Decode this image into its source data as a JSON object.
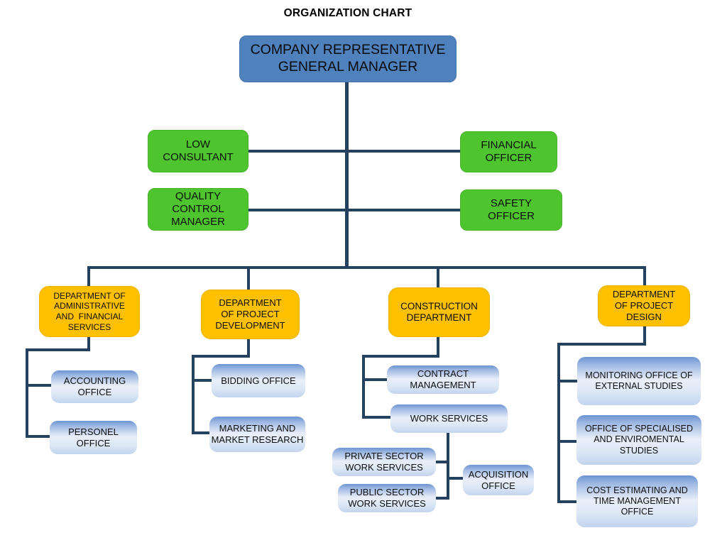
{
  "title": "ORGANIZATION CHART",
  "org": {
    "root": {
      "label": "COMPANY REPRESENTATIVE\nGENERAL MANAGER"
    },
    "staff": {
      "low_consultant": {
        "label": "LOW\nCONSULTANT"
      },
      "financial_officer": {
        "label": "FINANCIAL\nOFFICER"
      },
      "quality_control_manager": {
        "label": "QUALITY\nCONTROL\nMANAGER"
      },
      "safety_officer": {
        "label": "SAFETY\nOFFICER"
      }
    },
    "departments": {
      "admin_financial": {
        "label": "DEPARTMENT OF\nADMINISTRATIVE\nAND  FINANCIAL\nSERVICES",
        "offices": {
          "accounting": {
            "label": "ACCOUNTING\nOFFICE"
          },
          "personel": {
            "label": "PERSONEL\nOFFICE"
          }
        }
      },
      "project_development": {
        "label": "DEPARTMENT\nOF PROJECT\nDEVELOPMENT",
        "offices": {
          "bidding": {
            "label": "BIDDING OFFICE"
          },
          "marketing": {
            "label": "MARKETING AND\nMARKET RESEARCH"
          }
        }
      },
      "construction": {
        "label": "CONSTRUCTION\nDEPARTMENT",
        "offices": {
          "contract_management": {
            "label": "CONTRACT\nMANAGEMENT"
          },
          "work_services": {
            "label": "WORK SERVICES",
            "sub_offices": {
              "private_sector": {
                "label": "PRIVATE SECTOR\nWORK SERVICES"
              },
              "public_sector": {
                "label": "PUBLIC SECTOR\nWORK SERVICES"
              },
              "acquisition": {
                "label": "ACQUISITION\nOFFICE"
              }
            }
          }
        }
      },
      "project_design": {
        "label": "DEPARTMENT\nOF PROJECT\nDESIGN",
        "offices": {
          "monitoring_external": {
            "label": "MONITORING OFFICE OF\nEXTERNAL STUDIES"
          },
          "specialised_enviromental": {
            "label": "OFFICE OF SPECIALISED\nAND ENVIROMENTAL\nSTUDIES"
          },
          "cost_time": {
            "label": "COST ESTIMATING AND\nTIME MANAGEMENT\nOFFICE"
          }
        }
      }
    }
  },
  "colors": {
    "root_fill": "#4f81bd",
    "staff_fill": "#4ec42f",
    "department_fill": "#ffc000",
    "office_gradient_top": "#6b93d2",
    "office_gradient_middle": "#e9eff9",
    "office_gradient_bottom": "#c2d4ee",
    "connector": "#24415f",
    "text": "#0d0d0d",
    "background": "#ffffff"
  }
}
